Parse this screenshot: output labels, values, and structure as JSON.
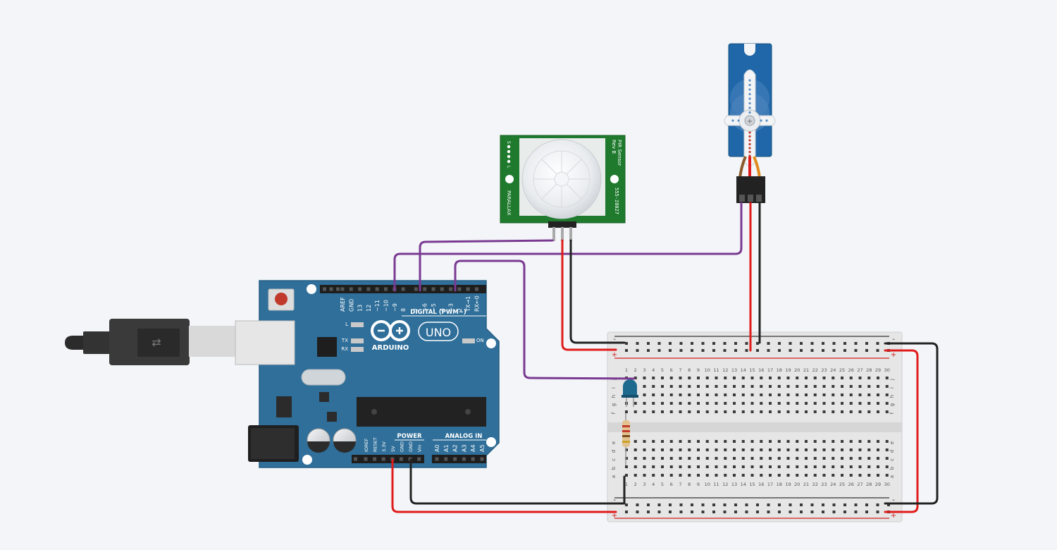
{
  "arduino": {
    "brand": "ARDUINO",
    "model": "UNO",
    "header_title_digital": "DIGITAL (PWM~)",
    "digital_pins": [
      "AREF",
      "GND",
      "13",
      "12",
      "~11",
      "~10",
      "~9",
      "8",
      "7",
      "~6",
      "~5",
      "4",
      "~3",
      "2",
      "TX→1",
      "RX←0"
    ],
    "led_labels": [
      "L",
      "TX",
      "RX"
    ],
    "on_label": "ON",
    "header_title_power": "POWER",
    "header_title_analog": "ANALOG IN",
    "power_pins": [
      "IOREF",
      "RESET",
      "3.3V",
      "5V",
      "GND",
      "GND",
      "Vin"
    ],
    "analog_pins": [
      "A0",
      "A1",
      "A2",
      "A3",
      "A4",
      "A5"
    ]
  },
  "pir": {
    "title_line1": "PIR Sensor",
    "title_line2": "Rev B",
    "part_number": "555-28027",
    "brand": "PARALLAX",
    "jumper_labels": [
      "S",
      "L"
    ]
  },
  "breadboard": {
    "columns": 30,
    "top_rows": [
      "j",
      "i",
      "h",
      "g",
      "f"
    ],
    "bottom_rows": [
      "e",
      "d",
      "c",
      "b",
      "a"
    ],
    "rail_plus": "+",
    "rail_minus": "-"
  },
  "colors": {
    "background": "#f3f5f8",
    "arduino_board": "#2f6f9a",
    "pir_board": "#1f7a2e",
    "servo_body": "#1f67a8",
    "wire_red": "#e01b1b",
    "wire_black": "#222222",
    "wire_purple": "#7a3a92"
  }
}
